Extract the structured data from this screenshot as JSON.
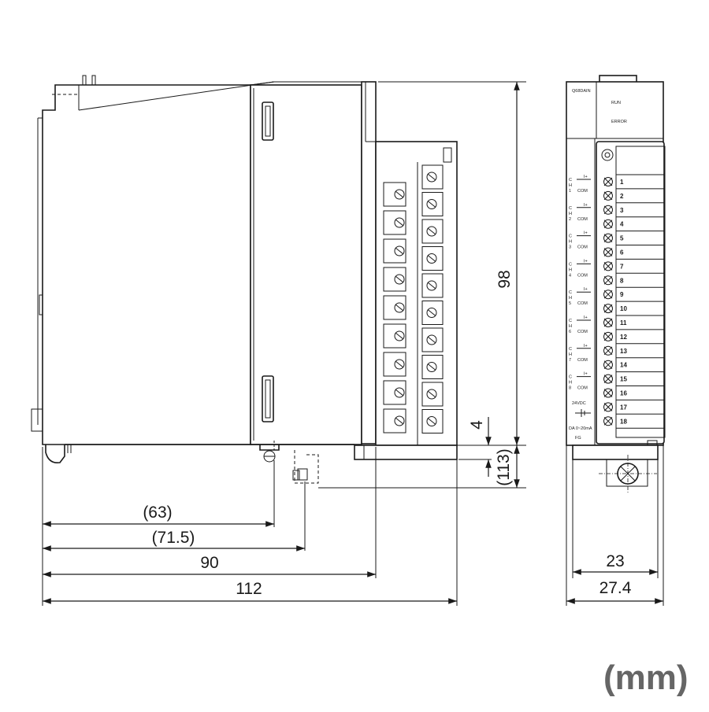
{
  "dimensions": {
    "d63": "(63)",
    "d71_5": "(71.5)",
    "d90": "90",
    "d112": "112",
    "d98": "98",
    "d4": "4",
    "d113": "(113)",
    "d23": "23",
    "d27_4": "27.4"
  },
  "front_panel": {
    "model": "Q68DAIN",
    "run_led": "RUN",
    "error_led": "ERROR",
    "terminal_numbers": [
      "1",
      "2",
      "3",
      "4",
      "5",
      "6",
      "7",
      "8",
      "9",
      "10",
      "11",
      "12",
      "13",
      "14",
      "15",
      "16",
      "17",
      "18"
    ],
    "channels": [
      {
        "label": "CH1",
        "pos": "I+",
        "neg": "COM"
      },
      {
        "label": "CH2",
        "pos": "I+",
        "neg": "COM"
      },
      {
        "label": "CH3",
        "pos": "I+",
        "neg": "COM"
      },
      {
        "label": "CH4",
        "pos": "I+",
        "neg": "COM"
      },
      {
        "label": "CH5",
        "pos": "I+",
        "neg": "COM"
      },
      {
        "label": "CH6",
        "pos": "I+",
        "neg": "COM"
      },
      {
        "label": "CH7",
        "pos": "I+",
        "neg": "COM"
      },
      {
        "label": "CH8",
        "pos": "I+",
        "neg": "COM"
      }
    ],
    "power_label": "24VDC",
    "output_label": "DA 0~20mA",
    "fg_label": "FG"
  },
  "unit_label": "(mm)"
}
